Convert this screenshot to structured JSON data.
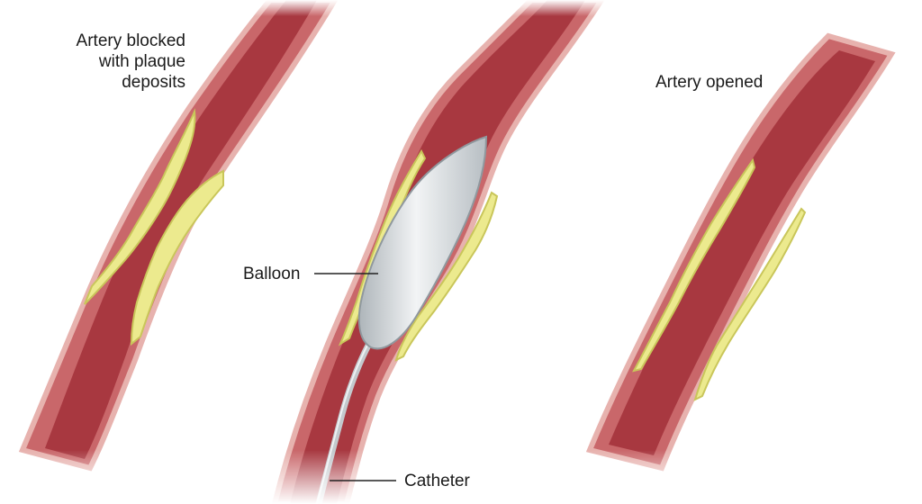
{
  "labels": {
    "blocked": [
      "Artery blocked",
      "with plaque",
      "deposits"
    ],
    "balloon": "Balloon",
    "catheter": "Catheter",
    "opened": "Artery opened"
  },
  "colors": {
    "vessel_outer": "#d98a8a",
    "vessel_wall": "#b94a4e",
    "lumen": "#a5323a",
    "plaque": "#ecea8e",
    "plaque_edge": "#c9c65a",
    "balloon": "#d9dde0",
    "catheter": "#c3c9cd",
    "leader": "#222222"
  }
}
